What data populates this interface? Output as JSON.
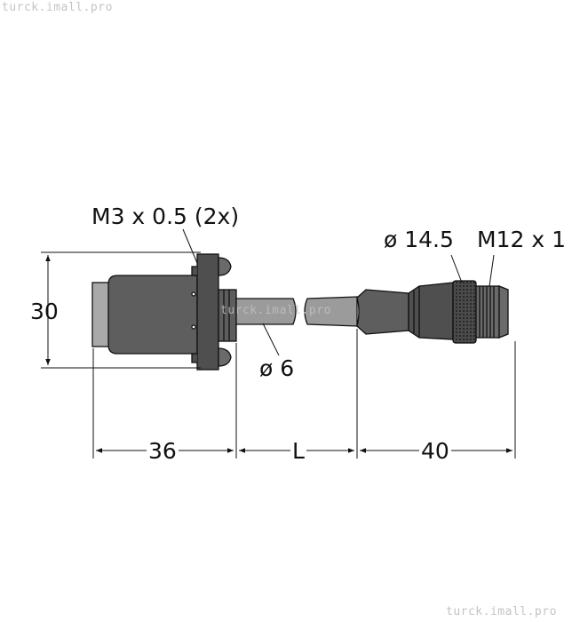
{
  "watermark": "turck.imall.pro",
  "labels": {
    "thread_screws": "M3 x 0.5 (2x)",
    "height": "30",
    "nut_diameter": "ø 14.5",
    "thread_connector": "M12 x 1",
    "cable_diameter": "ø 6",
    "length_housing": "36",
    "length_cable": "L",
    "length_connector": "40"
  },
  "colors": {
    "housing": "#5e5e5e",
    "housing_dark": "#3a3a3a",
    "cable": "#9b9b9b",
    "face": "#a9a9a9",
    "line": "#111111",
    "watermark": "#c4c4c4"
  }
}
